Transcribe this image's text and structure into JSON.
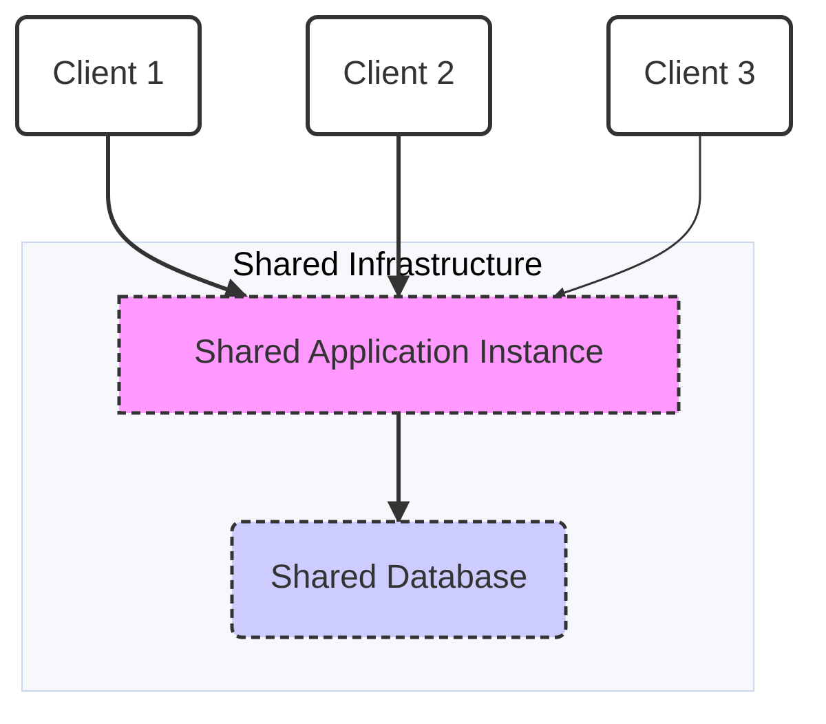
{
  "diagram": {
    "cluster": {
      "label": "Shared Infrastructure",
      "fill": "#f6f8fc",
      "stroke": "#c9d7ef"
    },
    "clients": [
      {
        "label": "Client 1"
      },
      {
        "label": "Client 2"
      },
      {
        "label": "Client 3"
      }
    ],
    "app": {
      "label": "Shared Application Instance",
      "fill": "#ff99ff"
    },
    "database": {
      "label": "Shared Database",
      "fill": "#ccccff"
    },
    "client_fill": "#ffffff",
    "line_color": "#333333",
    "edges": [
      {
        "from": "Client 1",
        "to": "Shared Application Instance"
      },
      {
        "from": "Client 2",
        "to": "Shared Application Instance"
      },
      {
        "from": "Client 3",
        "to": "Shared Application Instance"
      },
      {
        "from": "Shared Application Instance",
        "to": "Shared Database"
      }
    ]
  }
}
